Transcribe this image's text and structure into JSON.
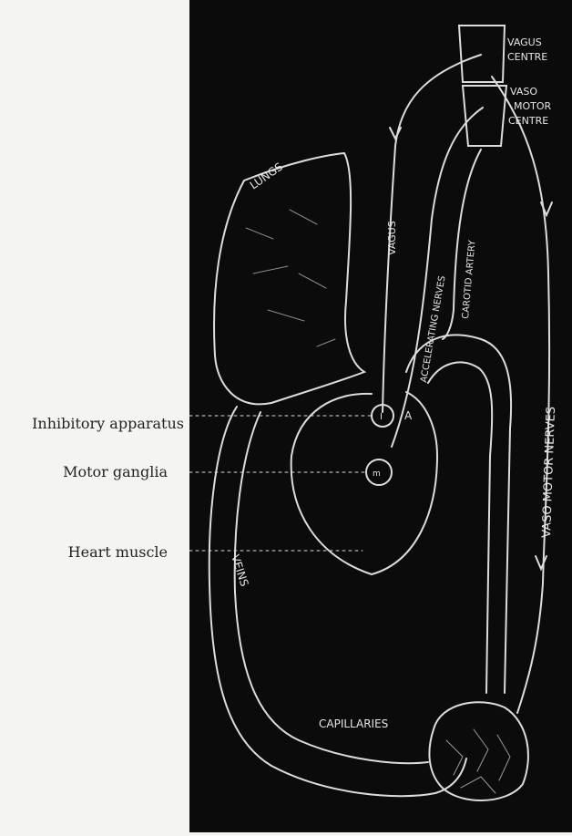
{
  "left_labels": {
    "inhibitory": "Inhibitory apparatus",
    "motor": "Motor ganglia",
    "heart_muscle": "Heart muscle"
  },
  "board": {
    "vagus_centre": [
      "VAGUS",
      "CENTRE"
    ],
    "vaso_motor_centre": [
      "VASO",
      "MOTOR",
      "CENTRE"
    ],
    "lungs": "LUNGS",
    "vagus": "VAGUS",
    "accelerating_nerves": "ACCELERATING NERVES",
    "carotid_artery": "CAROTID ARTERY",
    "vaso_motor_nerves": "VASO MOTOR NERVES",
    "veins": "VEINS",
    "capillaries": "CAPILLARIES",
    "marker_i": "I",
    "marker_a": "A",
    "marker_m": "m"
  },
  "colors": {
    "board": "#0b0b0b",
    "chalk": "#e6e6e6",
    "page": "#f4f4f1"
  }
}
